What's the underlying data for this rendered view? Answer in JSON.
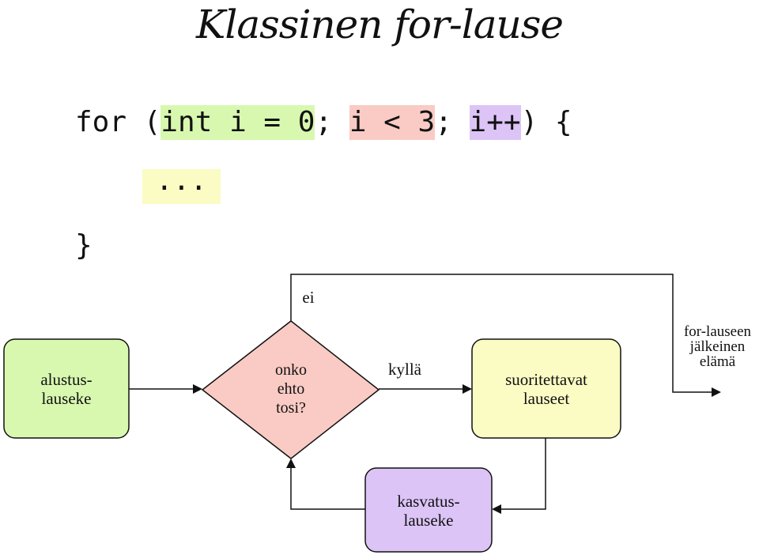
{
  "title": "Klassinen for-lause",
  "code": {
    "line1_prefix": "for (",
    "init": "int i = 0",
    "sep1": "; ",
    "condition": "i < 3",
    "sep2": "; ",
    "increment": "i++",
    "line1_suffix": ") {",
    "body": "...",
    "closing": "}"
  },
  "flow": {
    "init_box": "alustus-\nlauseke",
    "decision": "onko\nehto\ntosi?",
    "yes_label": "kyllä",
    "no_label": "ei",
    "body_box": "suoritettavat\nlauseet",
    "increment_box": "kasvatus-\nlauseke",
    "after_label": "for-lauseen\njälkeinen\nelämä"
  },
  "colors": {
    "init": "#d8f8b0",
    "condition": "#f9cbc4",
    "increment": "#dcc4f6",
    "body": "#fbfbc4"
  }
}
